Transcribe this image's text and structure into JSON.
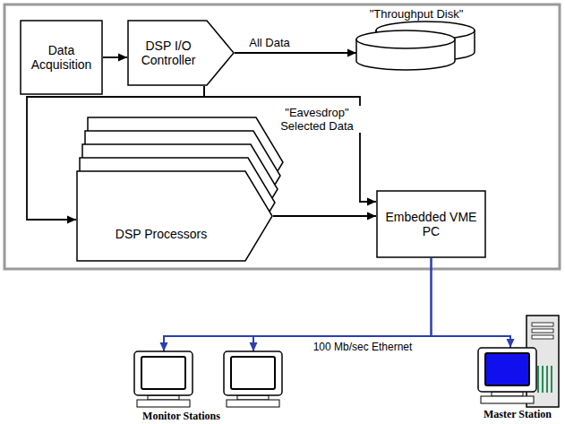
{
  "diagram": {
    "nodes": [
      {
        "text": [
          "Data Acquisition"
        ]
      },
      {
        "text": [
          "DSP I/O Controller"
        ]
      },
      {
        "text": [
          "\"Throughput Disk\""
        ]
      },
      {
        "text": [
          "DSP Processors"
        ]
      },
      {
        "text": [
          "Embedded VME PC"
        ]
      },
      {
        "text": [
          "Monitor Stations"
        ]
      },
      {
        "text": [
          "Master Station"
        ]
      }
    ],
    "edges": [
      {
        "from": 0,
        "to": 1,
        "arrow": "to"
      },
      {
        "from": 1,
        "to": 2,
        "label": "All Data",
        "arrow": "to"
      },
      {
        "from": 1,
        "to": 3,
        "arrow": "to"
      },
      {
        "from": 1,
        "to": 4,
        "label": "\"Eavesdrop\" Selected Data",
        "arrow": "to"
      },
      {
        "from": 3,
        "to": 4,
        "arrow": "to"
      },
      {
        "from": 4,
        "to": 5,
        "arrow": "to"
      },
      {
        "from": 4,
        "to": 6,
        "label": "100 Mb/sec Ethernet",
        "arrow": "to"
      }
    ]
  }
}
